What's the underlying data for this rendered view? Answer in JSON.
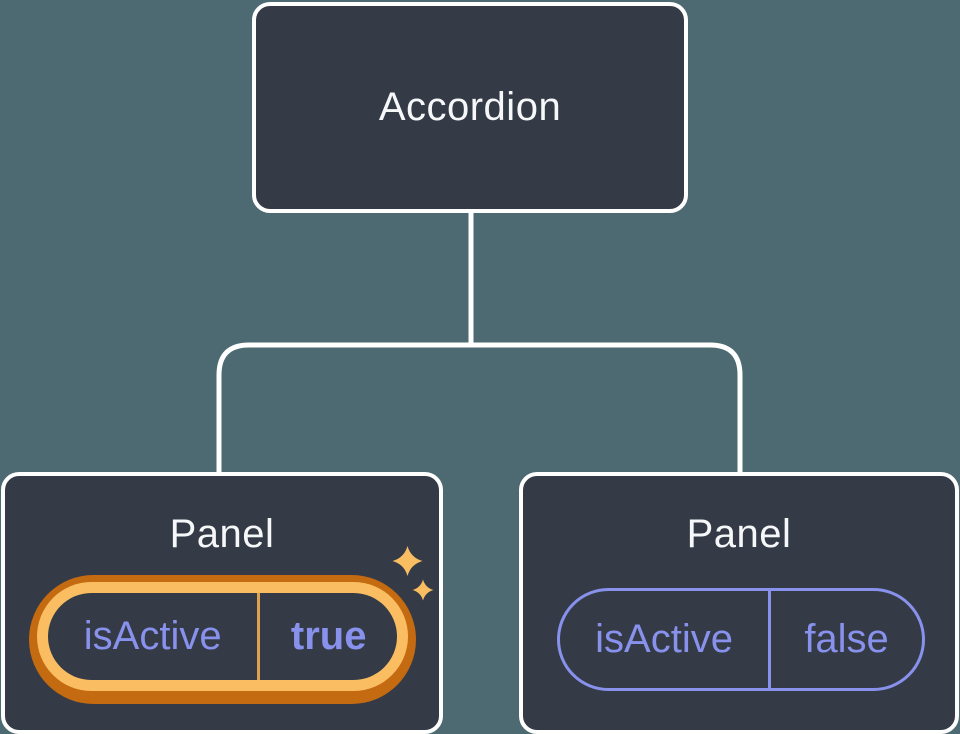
{
  "diagram": {
    "description": "component-tree-state-diagram",
    "root_node": {
      "label": "Accordion"
    },
    "panels": [
      {
        "title": "Panel",
        "state_key": "isActive",
        "state_value": "true",
        "highlighted": true,
        "icon": "sparkles-icon"
      },
      {
        "title": "Panel",
        "state_key": "isActive",
        "state_value": "false",
        "highlighted": false
      }
    ],
    "colors": {
      "background": "#4D6972",
      "node_fill": "#343B46",
      "node_border": "#FFFFFF",
      "connector_line": "#FFFFFF",
      "title_text": "#F6F7F9",
      "state_purple": "#8891EC",
      "highlight_gold": "#FABD62",
      "highlight_orange": "#C46A11",
      "highlight_divider": "#DDA14F"
    }
  }
}
